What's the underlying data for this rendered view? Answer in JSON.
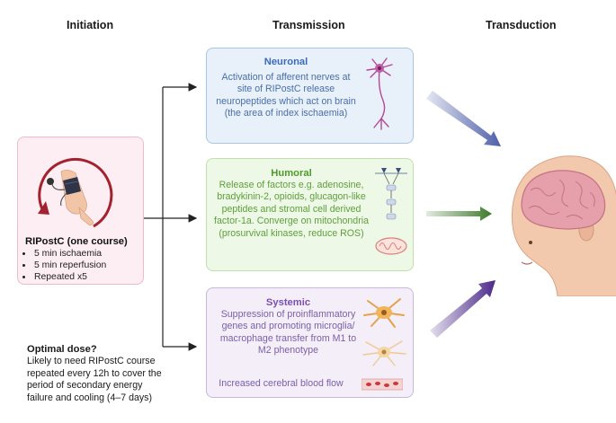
{
  "headers": {
    "initiation": "Initiation",
    "transmission": "Transmission",
    "transduction": "Transduction"
  },
  "initiation": {
    "title": "RIPostC (one course)",
    "items": [
      "5 min ischaemia",
      "5 min reperfusion",
      "Repeated x5"
    ]
  },
  "neuronal": {
    "title": "Neuronal",
    "text": "Activation of afferent nerves at site of RIPostC release neuropeptides which act on brain (the area of index ischaemia)"
  },
  "humoral": {
    "title": "Humoral",
    "text": "Release of factors e.g. adenosine, bradykinin-2, opioids, glucagon-like peptides and stromal cell derived factor-1a. Converge on mitochondria (prosurvival kinases, reduce ROS)"
  },
  "systemic": {
    "title": "Systemic",
    "text": "Suppression of proinflammatory genes and promoting microglia/ macrophage transfer from M1 to M2 phenotype",
    "flow": "Increased cerebral blood flow"
  },
  "dose": {
    "title": "Optimal dose?",
    "text": "Likely to need RIPostC course repeated every 12h to cover the period of secondary energy failure and cooling (4–7 days)"
  },
  "colors": {
    "neuronal_arrow": "#4e5fa8",
    "humoral_arrow": "#3d7a2a",
    "systemic_arrow": "#4b2a8a"
  }
}
